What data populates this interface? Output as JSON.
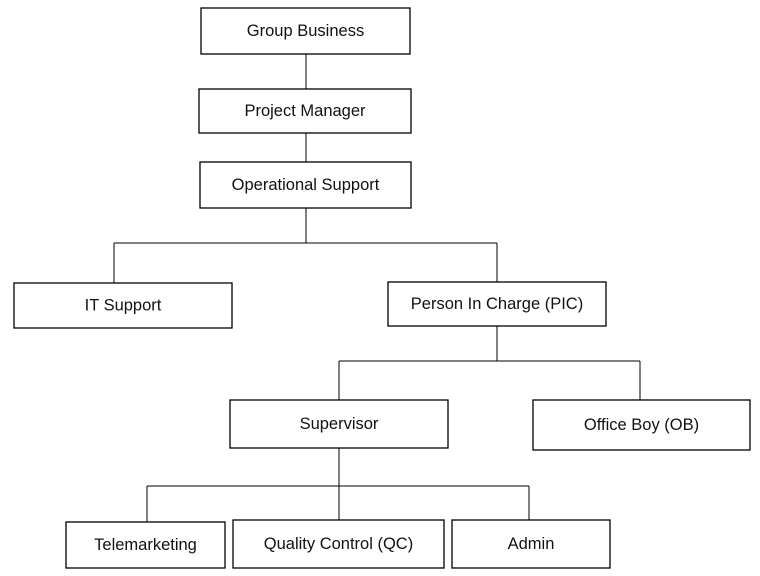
{
  "org_chart": {
    "group_business": "Group Business",
    "project_manager": "Project Manager",
    "operational_support": "Operational Support",
    "it_support": "IT Support",
    "person_in_charge": "Person In Charge (PIC)",
    "supervisor": "Supervisor",
    "office_boy": "Office Boy (OB)",
    "telemarketing": "Telemarketing",
    "quality_control": "Quality Control (QC)",
    "admin": "Admin"
  },
  "colors": {
    "line": "#000000",
    "box_fill": "#ffffff",
    "text": "#111111"
  }
}
